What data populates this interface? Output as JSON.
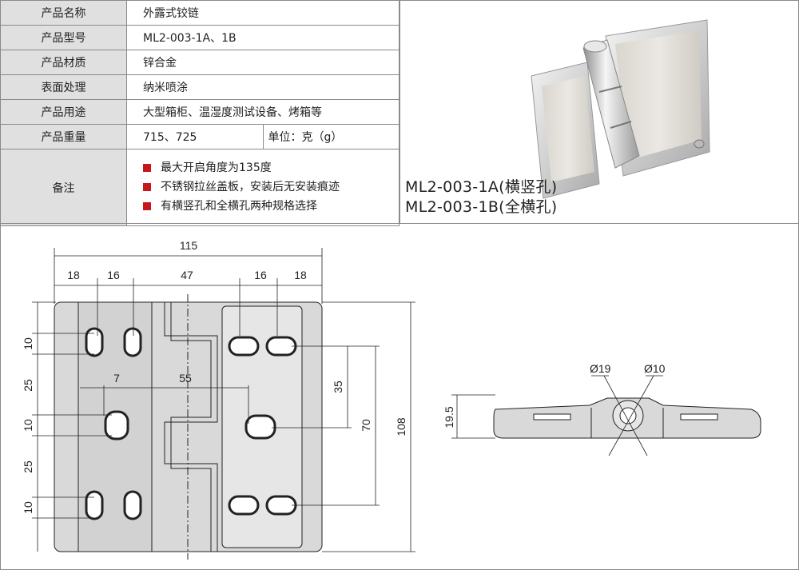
{
  "spec_table": {
    "rows": [
      {
        "label": "产品名称",
        "value": "外露式铰链"
      },
      {
        "label": "产品型号",
        "value": "ML2-003-1A、1B"
      },
      {
        "label": "产品材质",
        "value": "锌合金"
      },
      {
        "label": "表面处理",
        "value": "纳米喷涂"
      },
      {
        "label": "产品用途",
        "value": "大型箱柜、温湿度测试设备、烤箱等"
      },
      {
        "label": "产品重量",
        "value": "715、725",
        "unit": "单位：克（g）"
      }
    ],
    "notes_label": "备注",
    "notes": [
      "最大开启角度为135度",
      "不锈钢拉丝盖板，安装后无安装痕迹",
      "有横竖孔和全横孔两种规格选择"
    ],
    "bullet_color": "#c8171c",
    "label_bg": "#e0e0e0"
  },
  "models": {
    "a": "ML2-003-1A(横竖孔)",
    "b": "ML2-003-1B(全横孔)"
  },
  "front_view": {
    "width_total": "115",
    "widths": [
      "18",
      "16",
      "47",
      "16",
      "18"
    ],
    "height_total": "108",
    "left_heights": [
      "10",
      "25",
      "10",
      "25",
      "10"
    ],
    "offset_small": "7",
    "offset_mid": "55",
    "right_inner": "35",
    "right_outer": "70"
  },
  "side_view": {
    "dia_outer": "Ø19",
    "dia_inner": "Ø10",
    "height": "19.5"
  },
  "colors": {
    "part_fill": "#d9d9d9",
    "line": "#222222",
    "panel_fill": "#e6e6e6"
  }
}
